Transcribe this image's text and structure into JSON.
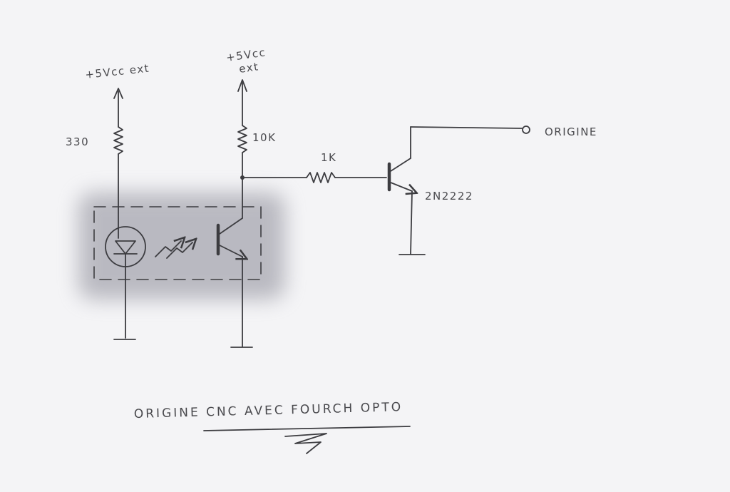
{
  "labels": {
    "supply_left": "+5Vcc ext",
    "supply_mid_top": "+5Vcc",
    "supply_mid_bottom": "ext",
    "r_led": "330",
    "r_pullup": "10K",
    "r_base": "1K",
    "transistor": "2N2222",
    "output": "ORIGINE"
  },
  "title": "ORIGINE CNC AVEC FOURCH OPTO",
  "colors": {
    "paper": "#f4f4f6",
    "pencil": "#3c3c40",
    "shade": "#8a8a96"
  }
}
